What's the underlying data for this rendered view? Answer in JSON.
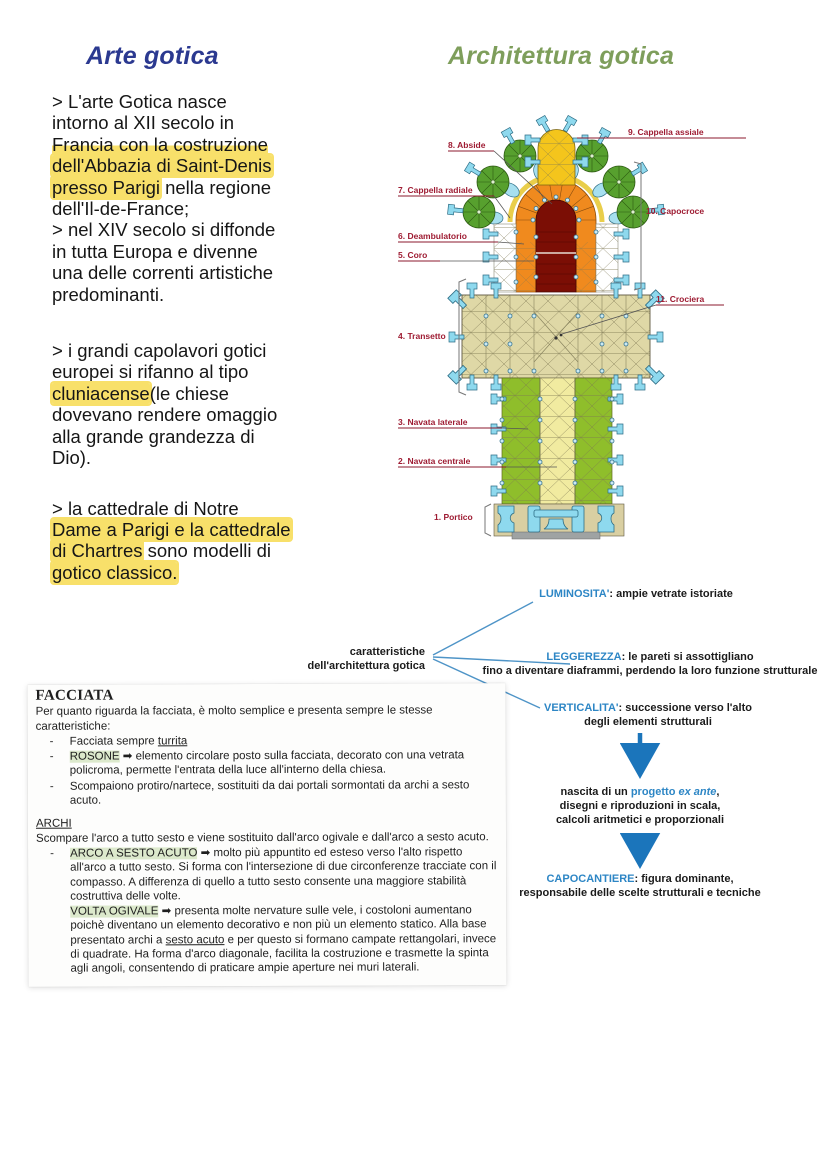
{
  "titles": {
    "left": "Arte gotica",
    "right": "Architettura gotica"
  },
  "colors": {
    "title_left": "#2B3990",
    "title_right": "#7E9E5B",
    "map_keyword": "#2D86C5",
    "arrow_blue": "#1B75BB",
    "plan_label": "#9E1B32",
    "highlight_yellow": "#F8E06A",
    "highlight_green": "#DCE9CC"
  },
  "notes": {
    "para1": [
      [
        {
          "t": "> L'arte Gotica nasce"
        }
      ],
      [
        {
          "t": "intorno al XII secolo in"
        }
      ],
      [
        {
          "t": "Francia con la costruzione",
          "c": "hl-low"
        }
      ],
      [
        {
          "t": "dell'Abbazia di Saint-Denis",
          "c": "hl"
        }
      ],
      [
        {
          "t": "presso Parigi",
          "c": "hl"
        },
        {
          "t": " nella regione"
        }
      ],
      [
        {
          "t": "dell'Il-de-France;"
        }
      ],
      [
        {
          "t": "> nel XIV secolo si diffonde"
        }
      ],
      [
        {
          "t": "in tutta Europa e divenne"
        }
      ],
      [
        {
          "t": "una delle correnti artistiche"
        }
      ],
      [
        {
          "t": "predominanti."
        }
      ]
    ],
    "para2": [
      [
        {
          "t": "> i grandi capolavori gotici"
        }
      ],
      [
        {
          "t": "europei si rifanno al tipo"
        }
      ],
      [
        {
          "t": "cluniacense",
          "c": "hl"
        },
        {
          "t": "(le chiese"
        }
      ],
      [
        {
          "t": "dovevano rendere omaggio"
        }
      ],
      [
        {
          "t": "alla grande grandezza di"
        }
      ],
      [
        {
          "t": "Dio)."
        }
      ]
    ],
    "para3": [
      [
        {
          "t": "> la cattedrale di Notre"
        }
      ],
      [
        {
          "t": "Dame a Parigi e la cattedrale",
          "c": "hl"
        }
      ],
      [
        {
          "t": "di Chartres",
          "c": "hl"
        },
        {
          "t": " sono modelli di"
        }
      ],
      [
        {
          "t": "gotico classico.",
          "c": "hl"
        }
      ]
    ]
  },
  "plan": {
    "labels": {
      "portico": "1. Portico",
      "navata_centrale": "2. Navata centrale",
      "navata_laterale": "3. Navata laterale",
      "transetto": "4. Transetto",
      "coro": "5. Coro",
      "deambulatorio": "6. Deambulatorio",
      "radiale": "7. Cappella radiale",
      "abside": "8. Abside",
      "assiale": "9. Cappella assiale",
      "capocroce": "10. Capocroce",
      "crociera": "11. Crociera"
    }
  },
  "map": {
    "node": [
      [
        {
          "t": "caratteristiche"
        }
      ],
      [
        {
          "t": "dell'architettura gotica"
        }
      ]
    ],
    "luminosita": [
      {
        "t": "LUMINOSITA'",
        "c": "kw"
      },
      {
        "t": ": ampie vetrate istoriate"
      }
    ],
    "leggerezza": [
      [
        {
          "t": "LEGGEREZZA",
          "c": "kw"
        },
        {
          "t": ": le pareti si assottigliano"
        }
      ],
      [
        {
          "t": "fino a diventare diaframmi, perdendo la loro funzione strutturale"
        }
      ]
    ],
    "verticalita": [
      [
        {
          "t": "VERTICALITA'",
          "c": "kw"
        },
        {
          "t": ": successione verso l'alto"
        }
      ],
      [
        {
          "t": "degli elementi strutturali"
        }
      ]
    ],
    "progetto": [
      [
        {
          "t": "nascita di un "
        },
        {
          "t": "progetto",
          "c": "kw"
        },
        {
          "t": " "
        },
        {
          "t": "ex ante",
          "c": "kw i"
        },
        {
          "t": ","
        }
      ],
      [
        {
          "t": "disegni e riproduzioni in scala,"
        }
      ],
      [
        {
          "t": "calcoli aritmetici e proporzionali"
        }
      ]
    ],
    "capocantiere": [
      [
        {
          "t": "CAPOCANTIERE",
          "c": "kw"
        },
        {
          "t": ": figura dominante,"
        }
      ],
      [
        {
          "t": "responsabile delle scelte strutturali e tecniche"
        }
      ]
    ]
  },
  "facciata": {
    "heading": "FACCIATA",
    "intro": "Per quanto riguarda la facciata, è molto semplice e presenta sempre le stesse caratteristiche:",
    "dash": "-",
    "b1": [
      {
        "t": "Facciata sempre "
      },
      {
        "t": "turrita",
        "c": "u"
      }
    ],
    "b2": [
      {
        "t": "ROSONE",
        "c": "hlg"
      },
      {
        "t": " ➡ elemento circolare posto sulla facciata, decorato con una vetrata policroma, permette l'entrata della luce all'interno della chiesa."
      }
    ],
    "b3": [
      {
        "t": "Scompaiono protiro/nartece, sostituiti da dai portali sormontati da archi a sesto acuto."
      }
    ],
    "archi_heading": "ARCHI",
    "archi_intro": "Scompare l'arco a tutto sesto e viene sostituito dall'arco ogivale e dall'arco a sesto acuto.",
    "b4": [
      {
        "t": "ARCO A SESTO ACUTO",
        "c": "hlg"
      },
      {
        "t": " ➡ molto più appuntito ed esteso verso l'alto rispetto all'arco a tutto sesto. Si forma con l'intersezione di due circonferenze tracciate con il compasso. A differenza di quello a tutto sesto consente una maggiore stabilità costruttiva delle volte."
      }
    ],
    "b5": [
      {
        "t": "VOLTA OGIVALE",
        "c": "hlg"
      },
      {
        "t": " ➡ presenta molte nervature sulle vele, i costoloni aumentano poichè diventano un elemento decorativo e non più un elemento statico. Alla base presentato archi a "
      },
      {
        "t": "sesto acuto",
        "c": "u"
      },
      {
        "t": " e per questo si formano campate rettangolari, invece di quadrate. Ha forma d'arco diagonale, facilita la costruzione e trasmette la spinta agli angoli, consentendo di praticare ampie aperture nei muri laterali."
      }
    ]
  }
}
